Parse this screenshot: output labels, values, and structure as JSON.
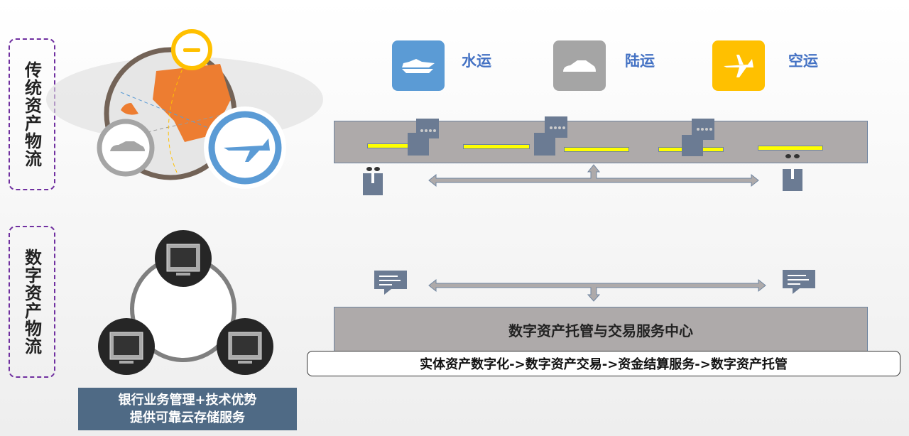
{
  "sections": {
    "traditional": "传统资产物流",
    "digital": "数字资产物流"
  },
  "transport": [
    {
      "label": "水运",
      "icon": "ship-icon",
      "color": "#5b9bd5"
    },
    {
      "label": "陆运",
      "icon": "car-icon",
      "color": "#a5a5a5"
    },
    {
      "label": "空运",
      "icon": "plane-icon",
      "color": "#ffc000"
    }
  ],
  "center_bar": "数字资产托管与交易服务中心",
  "flow": "实体资产数字化->数字资产交易->资金结算服务->数字资产托管",
  "bank_box": {
    "line1": "银行业务管理+技术优势",
    "line2": "提供可靠云存储服务"
  }
}
